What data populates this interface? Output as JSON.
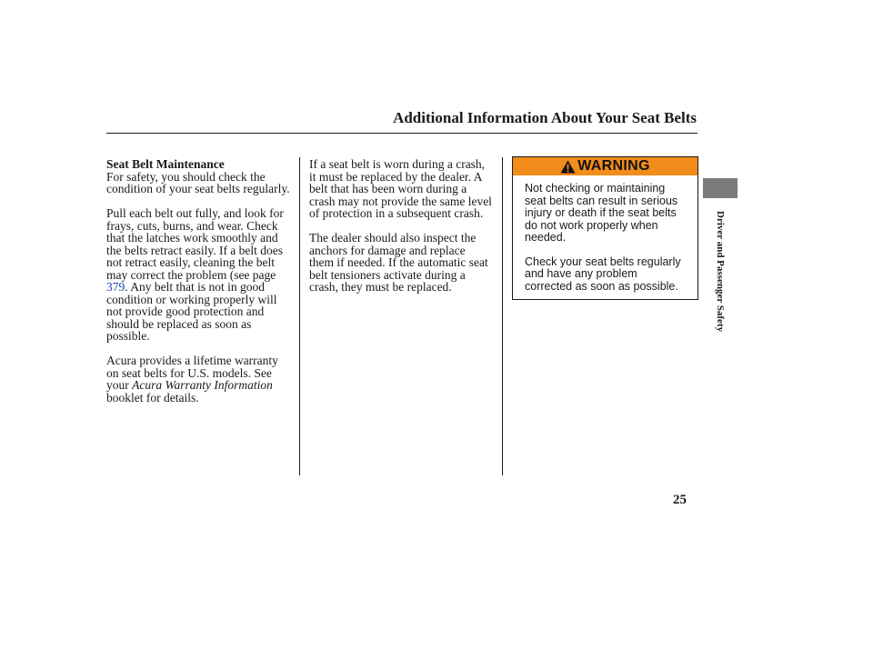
{
  "header": {
    "title": "Additional Information About Your Seat Belts"
  },
  "left": {
    "heading": "Seat Belt Maintenance",
    "p1": "For safety, you should check the\ncondition of your seat belts regularly.",
    "p2_pre": "Pull each belt out fully, and look for\nfrays, cuts, burns, and wear. Check\nthat the latches work smoothly and\nthe belts retract easily. If a belt does\nnot retract easily, cleaning the belt\nmay correct the problem (see page\n",
    "p2_link": "379",
    "p2_post": ". Any belt that is not in good\ncondition or working properly will\nnot provide good protection and\nshould be replaced as soon as\npossible.",
    "p3_pre": "Acura provides a lifetime warranty\non seat belts for U.S. models. See\nyour ",
    "p3_italic": "Acura Warranty Information",
    "p3_post": "\nbooklet for details."
  },
  "middle": {
    "p1": "If a seat belt is worn during a crash,\nit must be replaced by the dealer. A\nbelt that has been worn during a\ncrash may not provide the same level\nof protection in a subsequent crash.",
    "p2": "The dealer should also inspect the\nanchors for damage and replace\nthem if needed. If the automatic seat\nbelt tensioners activate during a\ncrash, they must be replaced."
  },
  "warning": {
    "label": "WARNING",
    "icon": "warning-triangle-icon",
    "band_color": "#f28c1a",
    "p1": "Not checking or maintaining\nseat belts can result in serious\ninjury or death if the seat belts\ndo not work properly when\nneeded.",
    "p2": "Check your seat belts regularly\nand have any problem\ncorrected as soon as possible."
  },
  "sidebar": {
    "label": "Driver and Passenger Safety"
  },
  "page_number": "25"
}
